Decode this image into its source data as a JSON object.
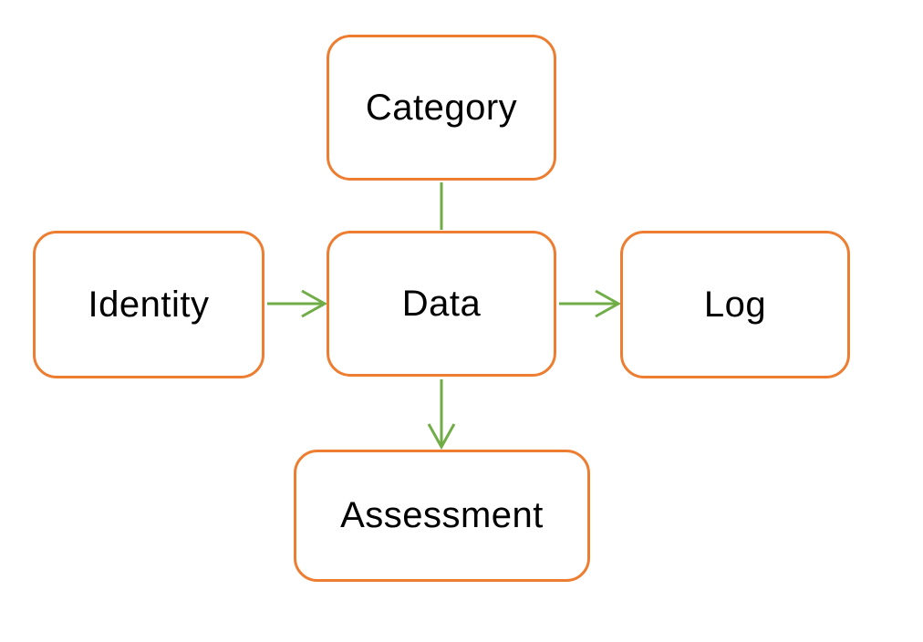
{
  "diagram": {
    "title": "",
    "nodes": [
      {
        "id": "category",
        "label": "Category"
      },
      {
        "id": "identity",
        "label": "Identity"
      },
      {
        "id": "data",
        "label": "Data"
      },
      {
        "id": "log",
        "label": "Log"
      },
      {
        "id": "assessment",
        "label": "Assessment"
      }
    ],
    "edges": [
      {
        "from": "category",
        "to": "data",
        "arrow": false,
        "direction": "down"
      },
      {
        "from": "identity",
        "to": "data",
        "arrow": true,
        "direction": "right"
      },
      {
        "from": "data",
        "to": "log",
        "arrow": true,
        "direction": "right"
      },
      {
        "from": "data",
        "to": "assessment",
        "arrow": true,
        "direction": "down"
      }
    ],
    "colors": {
      "node_border": "#ED7D31",
      "node_fill": "#FFFFFF",
      "edge": "#70AD47",
      "text": "#000000",
      "background": "#FFFFFF"
    }
  }
}
